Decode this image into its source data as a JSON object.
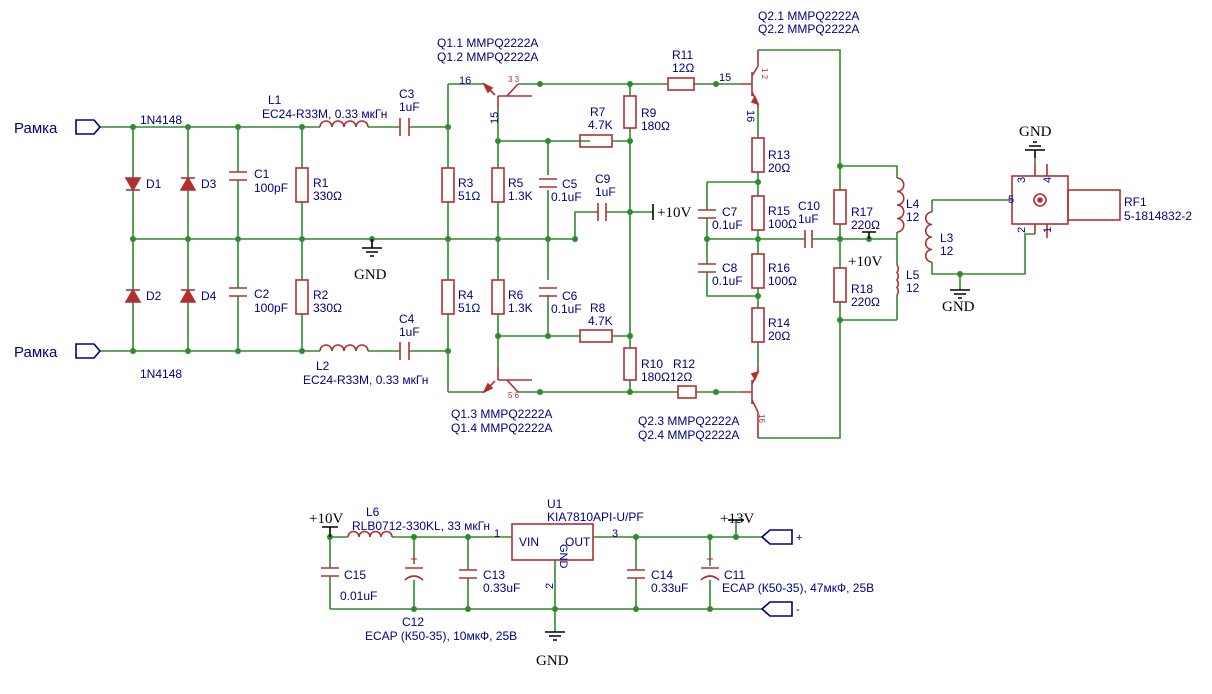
{
  "ports": {
    "ramka_top": "Рамка",
    "ramka_bottom": "Рамка",
    "plus": "+",
    "minus": "-"
  },
  "diodes": {
    "d1": "D1",
    "d2": "D2",
    "d3": "D3",
    "d4": "D4",
    "part_top": "1N4148",
    "part_bottom": "1N4148"
  },
  "caps": {
    "c1": "C1",
    "c1v": "100pF",
    "c2": "C2",
    "c2v": "100pF",
    "c3": "C3",
    "c3v": "1uF",
    "c4": "C4",
    "c4v": "1uF",
    "c5": "C5",
    "c5v": "0.1uF",
    "c6": "C6",
    "c6v": "0.1uF",
    "c7": "C7",
    "c7v": "0.1uF",
    "c8": "C8",
    "c8v": "0.1uF",
    "c9": "C9",
    "c9v": "1uF",
    "c10": "C10",
    "c10v": "1uF",
    "c11": "C11",
    "c11v": "ECAP (К50-35), 47мкФ, 25В",
    "c12": "C12",
    "c12v": "ECAP (К50-35), 10мкФ, 25В",
    "c13": "C13",
    "c13v": "0.33uF",
    "c14": "C14",
    "c14v": "0.33uF",
    "c15": "C15",
    "c15v": "0.01uF"
  },
  "resistors": {
    "r1": "R1",
    "r1v": "330Ω",
    "r2": "R2",
    "r2v": "330Ω",
    "r3": "R3",
    "r3v": "51Ω",
    "r4": "R4",
    "r4v": "51Ω",
    "r5": "R5",
    "r5v": "1.3K",
    "r6": "R6",
    "r6v": "1.3K",
    "r7": "R7",
    "r7v": "4.7K",
    "r8": "R8",
    "r8v": "4.7K",
    "r9": "R9",
    "r9v": "180Ω",
    "r10": "R10",
    "r10v": "180Ω",
    "r11": "R11",
    "r11v": "12Ω",
    "r12": "R12",
    "r12v": "12Ω",
    "r13": "R13",
    "r13v": "20Ω",
    "r14": "R14",
    "r14v": "20Ω",
    "r15": "R15",
    "r15v": "100Ω",
    "r16": "R16",
    "r16v": "100Ω",
    "r17": "R17",
    "r17v": "220Ω",
    "r18": "R18",
    "r18v": "220Ω"
  },
  "inductors": {
    "l1": "L1",
    "l1v": "EC24-R33M, 0.33 мкГн",
    "l2": "L2",
    "l2v": "EC24-R33M, 0.33 мкГн",
    "l3": "L3",
    "l3v": "12",
    "l4": "L4",
    "l4v": "12",
    "l5": "L5",
    "l5v": "12",
    "l6": "L6",
    "l6v": "RLB0712-330KL, 33 мкГн"
  },
  "transistors": {
    "q1a": "Q1.1 MMPQ2222A",
    "q1b": "Q1.2 MMPQ2222A",
    "q1c": "Q1.3 MMPQ2222A",
    "q1d": "Q1.4 MMPQ2222A",
    "q2a": "Q2.1 MMPQ2222A",
    "q2b": "Q2.2 MMPQ2222A",
    "q2c": "Q2.3 MMPQ2222A",
    "q2d": "Q2.4 MMPQ2222A"
  },
  "regulator": {
    "ref": "U1",
    "part": "KIA7810API-U/PF",
    "vin": "VIN",
    "gnd": "GND",
    "out": "OUT",
    "pin1": "1",
    "pin2": "2",
    "pin3": "3"
  },
  "connector": {
    "ref": "RF1",
    "part": "5-1814832-2",
    "p1": "1",
    "p2": "2",
    "p3": "3",
    "p4": "4",
    "p5": "5"
  },
  "pins": {
    "q1_top_e": "16",
    "q1_top_c": "3 3",
    "q1_top_b": "15",
    "q2_top_b": "15",
    "q2_top_c": "1 2",
    "q2_top_e": "16",
    "q1_bot": "5 6",
    "q2_bot": "16"
  },
  "power": {
    "gnd1": "GND",
    "gnd2": "GND",
    "gnd3": "GND",
    "gnd4": "GND",
    "v10a": "+10V",
    "v10b": "+10V",
    "v10c": "+10V",
    "v13": "+13V"
  }
}
